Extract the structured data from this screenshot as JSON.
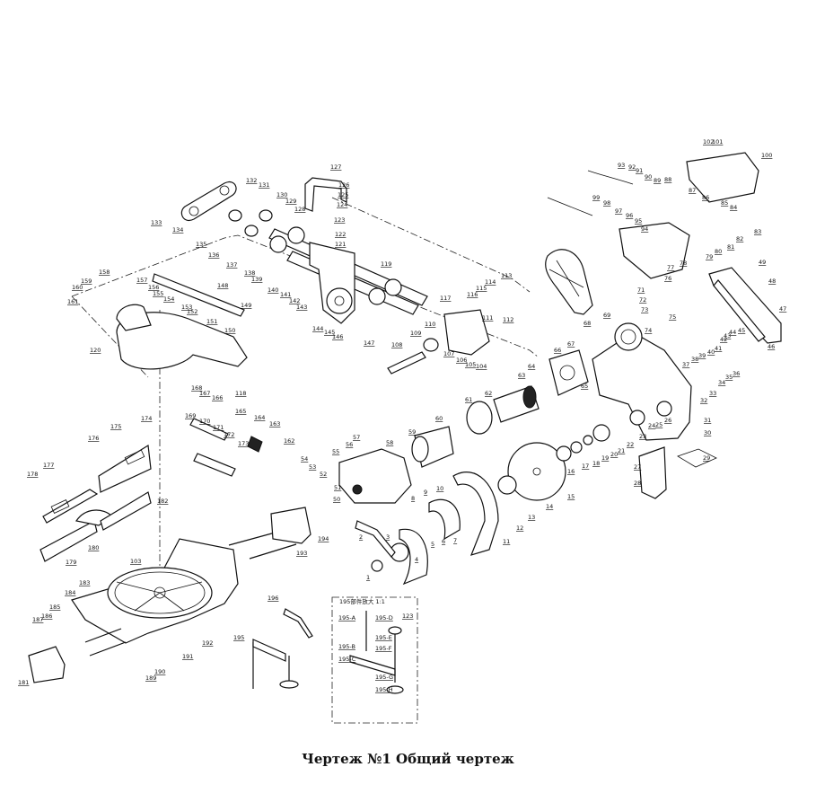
{
  "caption": "Чертеж №1 Общий чертеж",
  "inset": {
    "title": "195部件放大 1:1",
    "labels": [
      "195-A",
      "195-B",
      "195-C",
      "195-D",
      "195-E",
      "195-F",
      "195-G",
      "195-H",
      "123"
    ]
  },
  "callouts": [
    {
      "id": "c1",
      "text": "1"
    },
    {
      "id": "c2",
      "text": "2"
    },
    {
      "id": "c3",
      "text": "3"
    },
    {
      "id": "c4",
      "text": "4"
    },
    {
      "id": "c5",
      "text": "5"
    },
    {
      "id": "c6",
      "text": "6"
    },
    {
      "id": "c7",
      "text": "7"
    },
    {
      "id": "c8",
      "text": "8"
    },
    {
      "id": "c9",
      "text": "9"
    },
    {
      "id": "c10",
      "text": "10"
    },
    {
      "id": "c11",
      "text": "11"
    },
    {
      "id": "c12",
      "text": "12"
    },
    {
      "id": "c13",
      "text": "13"
    },
    {
      "id": "c14",
      "text": "14"
    },
    {
      "id": "c15",
      "text": "15"
    },
    {
      "id": "c16",
      "text": "16"
    },
    {
      "id": "c17",
      "text": "17"
    },
    {
      "id": "c18",
      "text": "18"
    },
    {
      "id": "c19",
      "text": "19"
    },
    {
      "id": "c20",
      "text": "20"
    },
    {
      "id": "c21",
      "text": "21"
    },
    {
      "id": "c22",
      "text": "22"
    },
    {
      "id": "c23",
      "text": "23"
    },
    {
      "id": "c24",
      "text": "24"
    },
    {
      "id": "c25",
      "text": "25"
    },
    {
      "id": "c26",
      "text": "26"
    },
    {
      "id": "c27",
      "text": "27"
    },
    {
      "id": "c28",
      "text": "28"
    },
    {
      "id": "c29",
      "text": "29"
    },
    {
      "id": "c30",
      "text": "30"
    },
    {
      "id": "c31",
      "text": "31"
    },
    {
      "id": "c32",
      "text": "32"
    },
    {
      "id": "c33",
      "text": "33"
    },
    {
      "id": "c34",
      "text": "34"
    },
    {
      "id": "c35",
      "text": "35"
    },
    {
      "id": "c36",
      "text": "36"
    },
    {
      "id": "c37",
      "text": "37"
    },
    {
      "id": "c38",
      "text": "38"
    },
    {
      "id": "c39",
      "text": "39"
    },
    {
      "id": "c40",
      "text": "40"
    },
    {
      "id": "c41",
      "text": "41"
    },
    {
      "id": "c42",
      "text": "42"
    },
    {
      "id": "c43",
      "text": "43"
    },
    {
      "id": "c44",
      "text": "44"
    },
    {
      "id": "c45",
      "text": "45"
    },
    {
      "id": "c46",
      "text": "46"
    },
    {
      "id": "c47",
      "text": "47"
    },
    {
      "id": "c48",
      "text": "48"
    },
    {
      "id": "c49",
      "text": "49"
    },
    {
      "id": "c50",
      "text": "50"
    },
    {
      "id": "c51",
      "text": "51"
    },
    {
      "id": "c52",
      "text": "52"
    },
    {
      "id": "c53",
      "text": "53"
    },
    {
      "id": "c54",
      "text": "54"
    },
    {
      "id": "c55",
      "text": "55"
    },
    {
      "id": "c56",
      "text": "56"
    },
    {
      "id": "c57",
      "text": "57"
    },
    {
      "id": "c58",
      "text": "58"
    },
    {
      "id": "c59",
      "text": "59"
    },
    {
      "id": "c60",
      "text": "60"
    },
    {
      "id": "c61",
      "text": "61"
    },
    {
      "id": "c62",
      "text": "62"
    },
    {
      "id": "c63",
      "text": "63"
    },
    {
      "id": "c64",
      "text": "64"
    },
    {
      "id": "c65",
      "text": "65"
    },
    {
      "id": "c66",
      "text": "66"
    },
    {
      "id": "c67",
      "text": "67"
    },
    {
      "id": "c68",
      "text": "68"
    },
    {
      "id": "c69",
      "text": "69"
    },
    {
      "id": "c71",
      "text": "71"
    },
    {
      "id": "c72",
      "text": "72"
    },
    {
      "id": "c73",
      "text": "73"
    },
    {
      "id": "c74",
      "text": "74"
    },
    {
      "id": "c75",
      "text": "75"
    },
    {
      "id": "c76",
      "text": "76"
    },
    {
      "id": "c77",
      "text": "77"
    },
    {
      "id": "c78",
      "text": "78"
    },
    {
      "id": "c79",
      "text": "79"
    },
    {
      "id": "c80",
      "text": "80"
    },
    {
      "id": "c81",
      "text": "81"
    },
    {
      "id": "c82",
      "text": "82"
    },
    {
      "id": "c83",
      "text": "83"
    },
    {
      "id": "c84",
      "text": "84"
    },
    {
      "id": "c85",
      "text": "85"
    },
    {
      "id": "c86",
      "text": "86"
    },
    {
      "id": "c87",
      "text": "87"
    },
    {
      "id": "c88",
      "text": "88"
    },
    {
      "id": "c89",
      "text": "89"
    },
    {
      "id": "c90",
      "text": "90"
    },
    {
      "id": "c91",
      "text": "91"
    },
    {
      "id": "c92",
      "text": "92"
    },
    {
      "id": "c93",
      "text": "93"
    },
    {
      "id": "c94",
      "text": "94"
    },
    {
      "id": "c95",
      "text": "95"
    },
    {
      "id": "c96",
      "text": "96"
    },
    {
      "id": "c97",
      "text": "97"
    },
    {
      "id": "c98",
      "text": "98"
    },
    {
      "id": "c99",
      "text": "99"
    },
    {
      "id": "c100",
      "text": "100"
    },
    {
      "id": "c101",
      "text": "101"
    },
    {
      "id": "c102",
      "text": "102"
    },
    {
      "id": "c103",
      "text": "103"
    },
    {
      "id": "c104",
      "text": "104"
    },
    {
      "id": "c105",
      "text": "105"
    },
    {
      "id": "c106",
      "text": "106"
    },
    {
      "id": "c107",
      "text": "107"
    },
    {
      "id": "c108",
      "text": "108"
    },
    {
      "id": "c109",
      "text": "109"
    },
    {
      "id": "c110",
      "text": "110"
    },
    {
      "id": "c111",
      "text": "111"
    },
    {
      "id": "c112",
      "text": "112"
    },
    {
      "id": "c113",
      "text": "113"
    },
    {
      "id": "c114",
      "text": "114"
    },
    {
      "id": "c115",
      "text": "115"
    },
    {
      "id": "c116",
      "text": "116"
    },
    {
      "id": "c117",
      "text": "117"
    },
    {
      "id": "c118",
      "text": "118"
    },
    {
      "id": "c119",
      "text": "119"
    },
    {
      "id": "c120",
      "text": "120"
    },
    {
      "id": "c121",
      "text": "121"
    },
    {
      "id": "c122",
      "text": "122"
    },
    {
      "id": "c123",
      "text": "123"
    },
    {
      "id": "c124",
      "text": "124"
    },
    {
      "id": "c125",
      "text": "125"
    },
    {
      "id": "c126",
      "text": "126"
    },
    {
      "id": "c127",
      "text": "127"
    },
    {
      "id": "c128",
      "text": "128"
    },
    {
      "id": "c129",
      "text": "129"
    },
    {
      "id": "c130",
      "text": "130"
    },
    {
      "id": "c131",
      "text": "131"
    },
    {
      "id": "c132",
      "text": "132"
    },
    {
      "id": "c133",
      "text": "133"
    },
    {
      "id": "c134",
      "text": "134"
    },
    {
      "id": "c135",
      "text": "135"
    },
    {
      "id": "c136",
      "text": "136"
    },
    {
      "id": "c137",
      "text": "137"
    },
    {
      "id": "c138",
      "text": "138"
    },
    {
      "id": "c139",
      "text": "139"
    },
    {
      "id": "c140",
      "text": "140"
    },
    {
      "id": "c141",
      "text": "141"
    },
    {
      "id": "c142",
      "text": "142"
    },
    {
      "id": "c143",
      "text": "143"
    },
    {
      "id": "c144",
      "text": "144"
    },
    {
      "id": "c145",
      "text": "145"
    },
    {
      "id": "c146",
      "text": "146"
    },
    {
      "id": "c147",
      "text": "147"
    },
    {
      "id": "c148",
      "text": "148"
    },
    {
      "id": "c149",
      "text": "149"
    },
    {
      "id": "c150",
      "text": "150"
    },
    {
      "id": "c151",
      "text": "151"
    },
    {
      "id": "c152",
      "text": "152"
    },
    {
      "id": "c153",
      "text": "153"
    },
    {
      "id": "c154",
      "text": "154"
    },
    {
      "id": "c155",
      "text": "155"
    },
    {
      "id": "c156",
      "text": "156"
    },
    {
      "id": "c157",
      "text": "157"
    },
    {
      "id": "c158",
      "text": "158"
    },
    {
      "id": "c159",
      "text": "159"
    },
    {
      "id": "c160",
      "text": "160"
    },
    {
      "id": "c161",
      "text": "161"
    },
    {
      "id": "c162",
      "text": "162"
    },
    {
      "id": "c163",
      "text": "163"
    },
    {
      "id": "c164",
      "text": "164"
    },
    {
      "id": "c165",
      "text": "165"
    },
    {
      "id": "c166",
      "text": "166"
    },
    {
      "id": "c167",
      "text": "167"
    },
    {
      "id": "c168",
      "text": "168"
    },
    {
      "id": "c169",
      "text": "169"
    },
    {
      "id": "c170",
      "text": "170"
    },
    {
      "id": "c171",
      "text": "171"
    },
    {
      "id": "c172",
      "text": "172"
    },
    {
      "id": "c173",
      "text": "173"
    },
    {
      "id": "c174",
      "text": "174"
    },
    {
      "id": "c175",
      "text": "175"
    },
    {
      "id": "c176",
      "text": "176"
    },
    {
      "id": "c177",
      "text": "177"
    },
    {
      "id": "c178",
      "text": "178"
    },
    {
      "id": "c179",
      "text": "179"
    },
    {
      "id": "c180",
      "text": "180"
    },
    {
      "id": "c181",
      "text": "181"
    },
    {
      "id": "c182",
      "text": "182"
    },
    {
      "id": "c183",
      "text": "183"
    },
    {
      "id": "c184",
      "text": "184"
    },
    {
      "id": "c185",
      "text": "185"
    },
    {
      "id": "c186",
      "text": "186"
    },
    {
      "id": "c187",
      "text": "187"
    },
    {
      "id": "c189",
      "text": "189"
    },
    {
      "id": "c190",
      "text": "190"
    },
    {
      "id": "c191",
      "text": "191"
    },
    {
      "id": "c192",
      "text": "192"
    },
    {
      "id": "c193",
      "text": "193"
    },
    {
      "id": "c194",
      "text": "194"
    },
    {
      "id": "c195",
      "text": "195"
    },
    {
      "id": "c196",
      "text": "196"
    }
  ]
}
